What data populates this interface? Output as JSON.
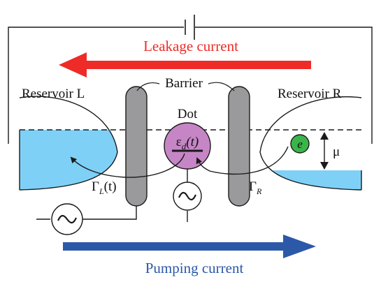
{
  "colors": {
    "reservoir_fill": "#7fd0f6",
    "barrier_fill": "#9a9a9c",
    "dot_fill": "#c686c6",
    "electron_fill": "#3ab54a",
    "leakage_arrow": "#ee2b27",
    "pumping_arrow": "#2c58a8",
    "stroke": "#1a1a1a"
  },
  "labels": {
    "leakage_current": "Leakage current",
    "pumping_current": "Pumping current",
    "barrier": "Barrier",
    "reservoir_left": "Reservoir L",
    "reservoir_right": "Reservoir R",
    "dot": "Dot",
    "dot_level": "εd(t)",
    "dot_level_main": "ε",
    "dot_level_sub": "d",
    "dot_level_arg": "(t)",
    "electron": "e",
    "mu": "μ",
    "gamma_left_main": "Γ",
    "gamma_left_sub": "L",
    "gamma_left_arg": "(t)",
    "gamma_right_main": "Γ",
    "gamma_right_sub": "R",
    "ac_source_symbol": "~"
  },
  "icons": {
    "battery": "battery-icon",
    "ac_source": "ac-source-icon"
  }
}
